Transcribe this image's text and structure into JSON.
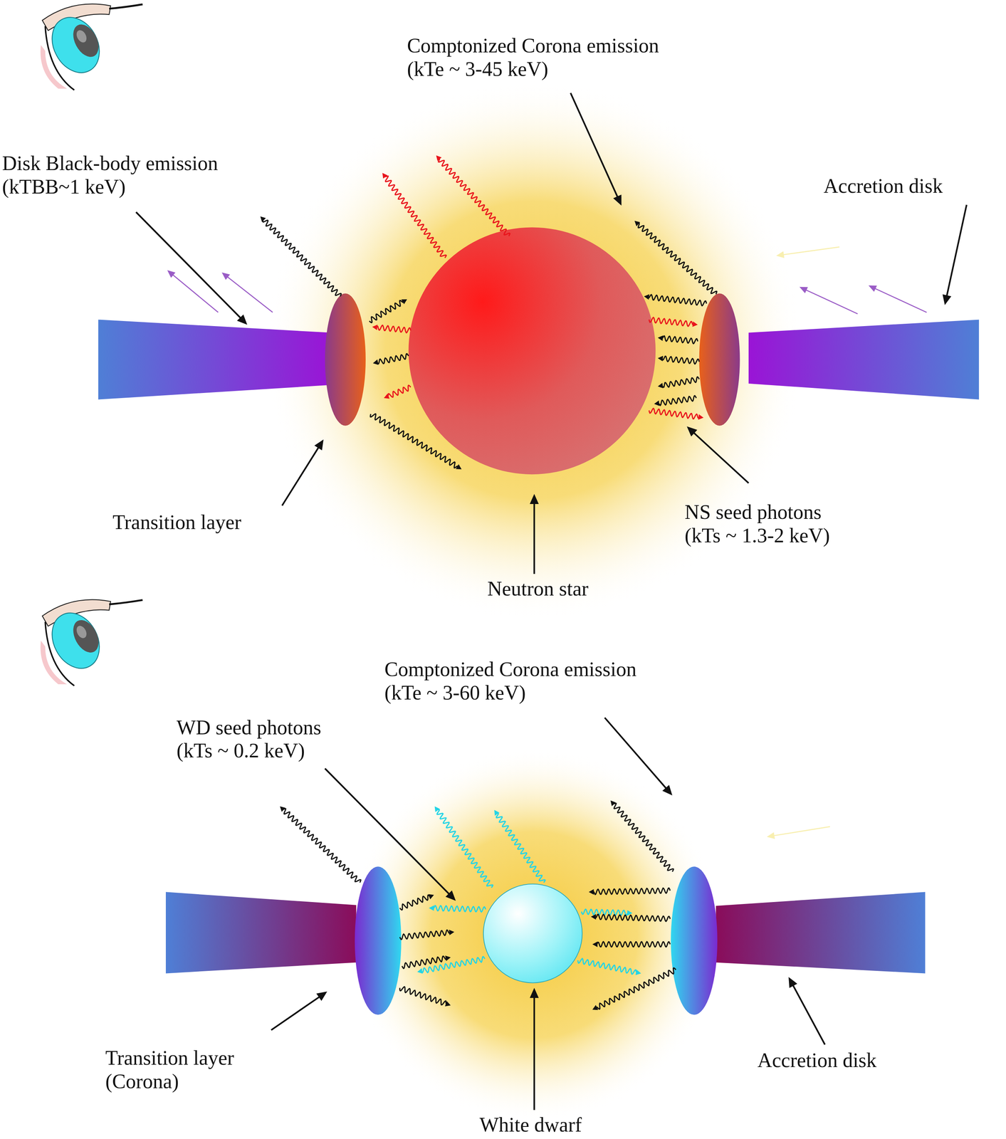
{
  "diagram": {
    "labels": [
      "Comptonized Corona emission (kTe ~ 3-45 keV)",
      "Disk Black-body emission (kTBB~1 keV)",
      "Accretion disk",
      "Transition layer",
      "NS seed photons (kTs ~ 1.3-2 keV)",
      "Neutron star",
      "Comptonized Corona emission (kTe ~ 3-60 keV)",
      "WD seed photons (kTs ~ 0.2 keV)",
      "Transition layer (Corona)",
      "Accretion disk",
      "White dwarf"
    ]
  }
}
